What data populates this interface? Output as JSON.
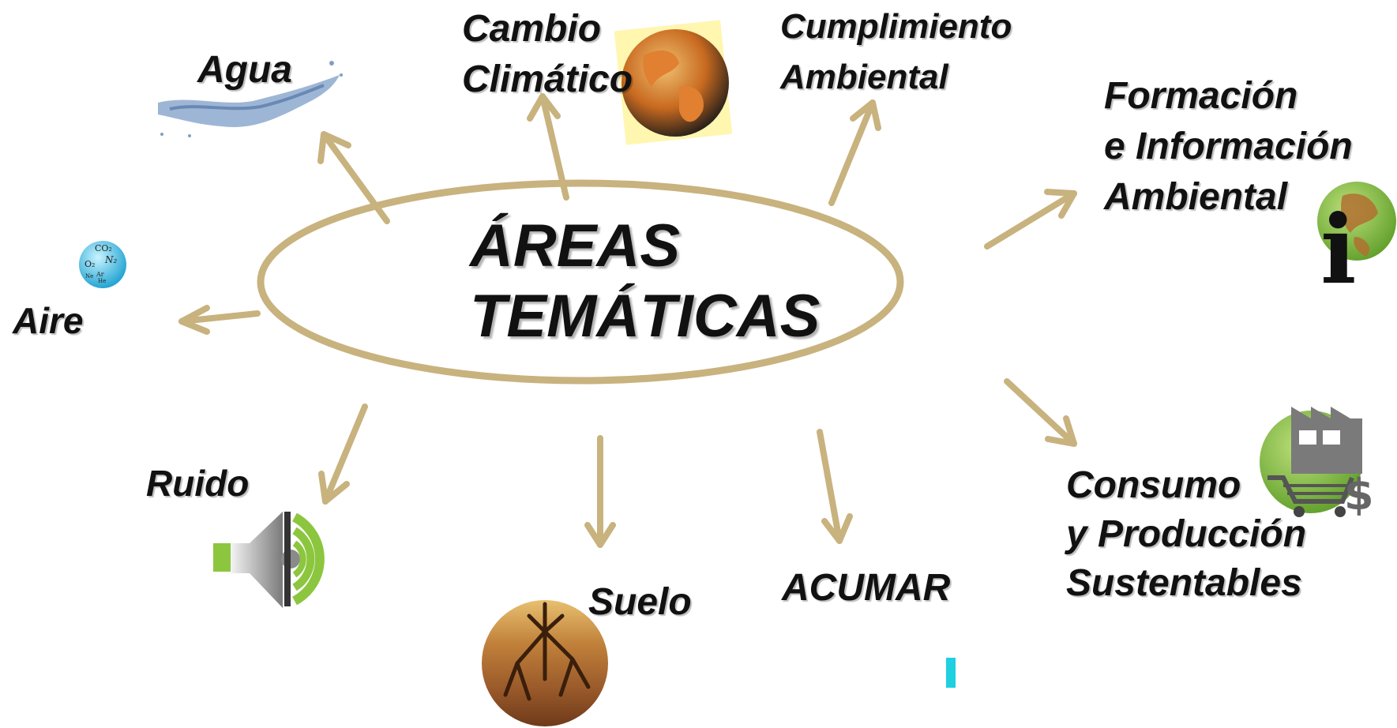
{
  "colors": {
    "arrow": "#c8b27e",
    "ellipse_stroke": "#c8b27e",
    "text": "#111111",
    "water": "#6b8fb8",
    "globe_ocean": "#2b2b2b",
    "globe_land": "#d9782a",
    "green": "#8cc63f",
    "soil": "#b06a2e",
    "cyan": "#1fd0e0"
  },
  "center": {
    "line1": "ÁREAS",
    "line2": "TEMÁTICAS"
  },
  "areas": {
    "agua": "Agua",
    "cambio_l1": "Cambio",
    "cambio_l2": "Climático",
    "cumplimiento_l1": "Cumplimiento",
    "cumplimiento_l2": "Ambiental",
    "formacion_l1": "Formación",
    "formacion_l2": "e Información",
    "formacion_l3": "Ambiental",
    "aire": "Aire",
    "ruido": "Ruido",
    "suelo": "Suelo",
    "acumar": "ACUMAR",
    "consumo_l1": "Consumo",
    "consumo_l2": "y Producción",
    "consumo_l3": "Sustentables"
  },
  "icons": {
    "water": "water-splash-icon",
    "globe": "globe-icon",
    "info_globe": "info-globe-icon",
    "air_molecules": "air-molecules-icon",
    "speaker": "speaker-icon",
    "soil_roots": "soil-roots-icon",
    "factory_cart": "factory-cart-icon"
  },
  "air_icon_text": {
    "a": "CO₂",
    "b": "N₂",
    "c": "O₂",
    "d": "Ar",
    "e": "He",
    "f": "Ne"
  },
  "info_letter": "i",
  "dollar": "$"
}
